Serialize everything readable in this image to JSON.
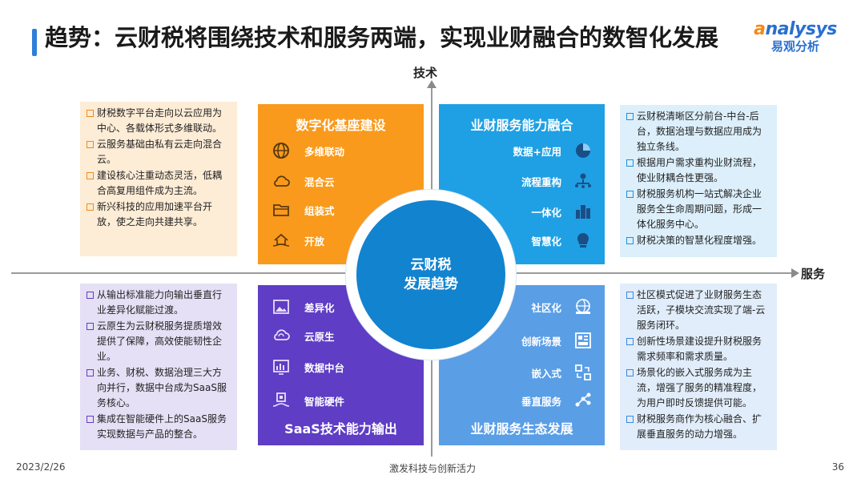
{
  "title": "趋势：云财税将围绕技术和服务两端，实现业财融合的数智化发展",
  "logo": {
    "text_main": "nalysys",
    "text_a": "a",
    "text_sub": "易观分析"
  },
  "axes": {
    "vertical": "技术",
    "horizontal": "服务"
  },
  "center": {
    "line1": "云财税",
    "line2": "发展趋势"
  },
  "quadrants": {
    "top_left": {
      "title": "数字化基座建设",
      "color": "#f99a1c",
      "items": [
        {
          "label": "多维联动",
          "icon": "globe-icon"
        },
        {
          "label": "混合云",
          "icon": "cloud-icon"
        },
        {
          "label": "组装式",
          "icon": "folder-icon"
        },
        {
          "label": "开放",
          "icon": "house-hands-icon"
        }
      ]
    },
    "top_right": {
      "title": "业财服务能力融合",
      "color": "#1fa0e4",
      "items": [
        {
          "label": "数据+应用",
          "icon": "pie-chart-icon"
        },
        {
          "label": "流程重构",
          "icon": "flow-icon"
        },
        {
          "label": "一体化",
          "icon": "buildings-icon"
        },
        {
          "label": "智慧化",
          "icon": "brain-icon"
        }
      ]
    },
    "bottom_left": {
      "title": "SaaS技术能力输出",
      "color": "#5f3dc4",
      "items": [
        {
          "label": "差异化",
          "icon": "image-icon"
        },
        {
          "label": "云原生",
          "icon": "cloud-sync-icon"
        },
        {
          "label": "数据中台",
          "icon": "dashboard-icon"
        },
        {
          "label": "智能硬件",
          "icon": "chip-hand-icon"
        }
      ]
    },
    "bottom_right": {
      "title": "业财服务生态发展",
      "color": "#5a9ee6",
      "items": [
        {
          "label": "社区化",
          "icon": "community-icon"
        },
        {
          "label": "创新场景",
          "icon": "grid-icon"
        },
        {
          "label": "嵌入式",
          "icon": "embed-icon"
        },
        {
          "label": "垂直服务",
          "icon": "nodes-icon"
        }
      ]
    }
  },
  "boxes": {
    "top_left": [
      "财税数字平台走向以云应用为中心、各载体形式多维联动。",
      "云服务基础由私有云走向混合云。",
      "建设核心注重动态灵活，低耦合高复用组件成为主流。",
      "新兴科技的应用加速平台开放，使之走向共建共享。"
    ],
    "top_right": [
      "云财税清晰区分前台-中台-后台，数据治理与数据应用成为独立条线。",
      "根据用户需求重构业财流程，使业财耦合性更强。",
      "财税服务机构一站式解决企业服务全生命周期问题，形成一体化服务中心。",
      "财税决策的智慧化程度增强。"
    ],
    "bottom_left": [
      "从输出标准能力向输出垂直行业差异化赋能过渡。",
      "云原生为云财税服务提质增效提供了保障，高效使能韧性企业。",
      "业务、财税、数据治理三大方向并行，数据中台成为SaaS服务核心。",
      "集成在智能硬件上的SaaS服务实现数据与产品的整合。"
    ],
    "bottom_right": [
      "社区模式促进了业财服务生态活跃，子模块交流实现了端-云服务闭环。",
      "创新性场景建设提升财税服务需求频率和需求质量。",
      "场景化的嵌入式服务成为主流，增强了服务的精准程度，为用户即时反馈提供可能。",
      "财税服务商作为核心融合、扩展垂直服务的动力增强。"
    ]
  },
  "footer": {
    "date": "2023/2/26",
    "center": "激发科技与创新活力",
    "page": "36"
  }
}
